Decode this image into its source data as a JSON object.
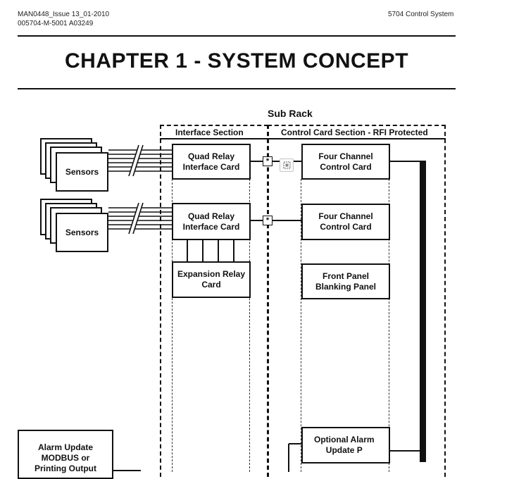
{
  "header": {
    "doc_line1": "MAN0448_Issue 13_01-2010",
    "doc_line2": "005704-M-5001  A03249",
    "system": "5704 Control System"
  },
  "chapter_title": "CHAPTER 1  -  SYSTEM CONCEPT",
  "diagram": {
    "sub_rack": "Sub Rack",
    "interface_section": "Interface Section",
    "control_section": "Control Card Section - RFI Protected",
    "sensors_1": "Sensors",
    "sensors_2": "Sensors",
    "relay_card_1": "Quad Relay\nInterface Card",
    "relay_card_2": "Quad Relay\nInterface Card",
    "expansion_card": "Expansion Relay\nCard",
    "control_card_1": "Four Channel\nControl Card",
    "control_card_2": "Four Channel\nControl Card",
    "blanking_panel": "Front Panel\nBlanking Panel",
    "optional_alarm": "Optional Alarm\nUpdate P",
    "alarm_output": "Alarm Update\nMODBUS or\nPrinting Output",
    "rfi_mark": "*"
  }
}
